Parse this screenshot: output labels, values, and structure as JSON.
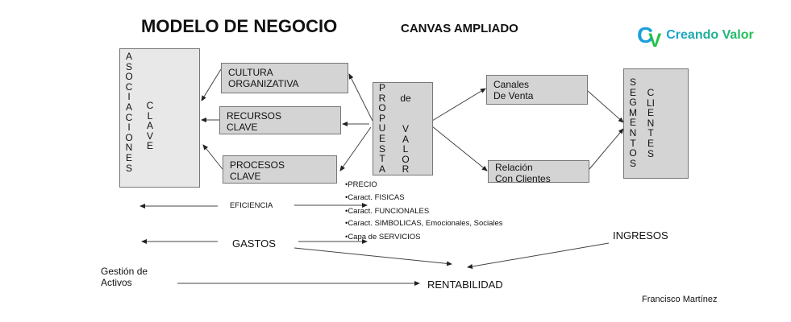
{
  "title": "MODELO DE NEGOCIO",
  "subtitle": "CANVAS AMPLIADO",
  "logo": {
    "mark": "CV",
    "text": "Creando Valor",
    "colors": {
      "blue": "#1aa0dc",
      "green": "#22c04a"
    }
  },
  "boxes": {
    "asociaciones": {
      "word1": "ASOCIACIONES",
      "word2": "CLAVE"
    },
    "cultura": {
      "line1": "CULTURA",
      "line2": "ORGANIZATIVA"
    },
    "recursos": {
      "line1": "RECURSOS",
      "line2": "CLAVE"
    },
    "procesos": {
      "line1": "PROCESOS",
      "line2": "CLAVE"
    },
    "propuesta": {
      "word1": "PROPUESTA",
      "word2": "de",
      "word3": "VALOR"
    },
    "canales": {
      "line1": "Canales",
      "line2": "De Venta"
    },
    "relacion": {
      "line1": "Relación",
      "line2": "Con Clientes"
    },
    "segmentos": {
      "word1": "SEGMENTOS",
      "word2": "CLIENTES"
    }
  },
  "value_attributes": [
    "•PRECIO",
    "•Caract. FISICAS",
    "•Caract. FUNCIONALES",
    "•Caract. SIMBOLICAS, Emocionales, Sociales",
    "•Capa de SERVICIOS"
  ],
  "labels": {
    "eficiencia": "EFICIENCIA",
    "gastos": "GASTOS",
    "ingresos": "INGRESOS",
    "gestion1": "Gestión de",
    "gestion2": "Activos",
    "rentabilidad": "RENTABILIDAD",
    "author": "Francisco Martínez"
  }
}
